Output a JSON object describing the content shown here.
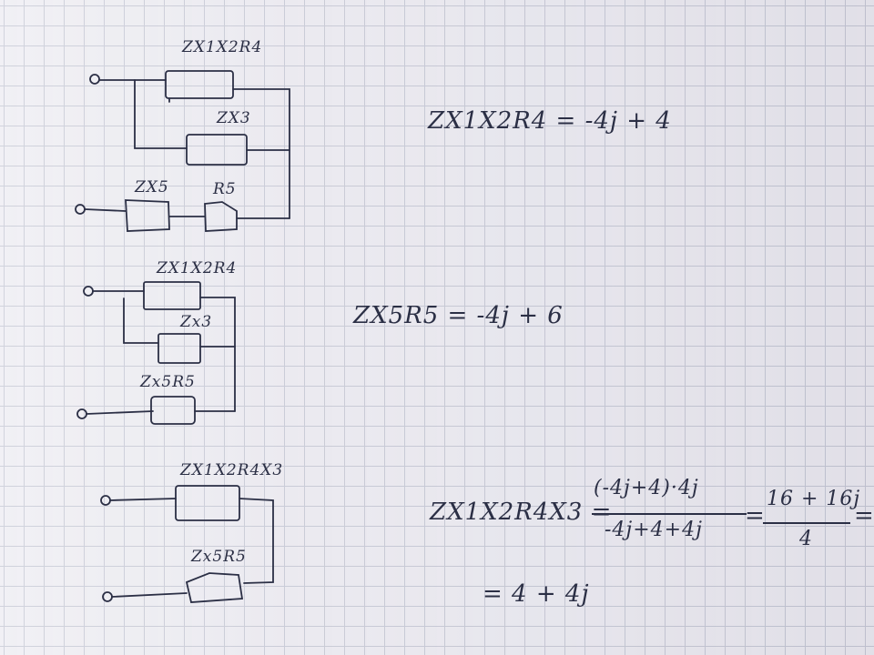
{
  "circuit1": {
    "label_top": "ZX1X2R4",
    "label_mid": "ZX3",
    "label_left": "ZX5",
    "label_right": "R5"
  },
  "circuit2": {
    "label_top": "ZX1X2R4",
    "label_mid": "Zx3",
    "label_bottom": "Zx5R5"
  },
  "circuit3": {
    "label_top": "ZX1X2R4X3",
    "label_bottom": "Zx5R5"
  },
  "equations": {
    "eq1": "ZX1X2R4 = -4j + 4",
    "eq2": "ZX5R5 = -4j + 6",
    "eq3_lhs": "ZX1X2R4X3 =",
    "eq3_num1": "(-4j+4)·4j",
    "eq3_den1": "-4j+4+4j",
    "eq3_eq": "=",
    "eq3_num2": "16 + 16j",
    "eq3_den2": "4",
    "eq3_tail": "=",
    "eq3_result": "= 4 + 4j"
  },
  "colors": {
    "ink": "#2b2f45",
    "paper": "#e9e8ef",
    "grid": "#b9bccb"
  }
}
